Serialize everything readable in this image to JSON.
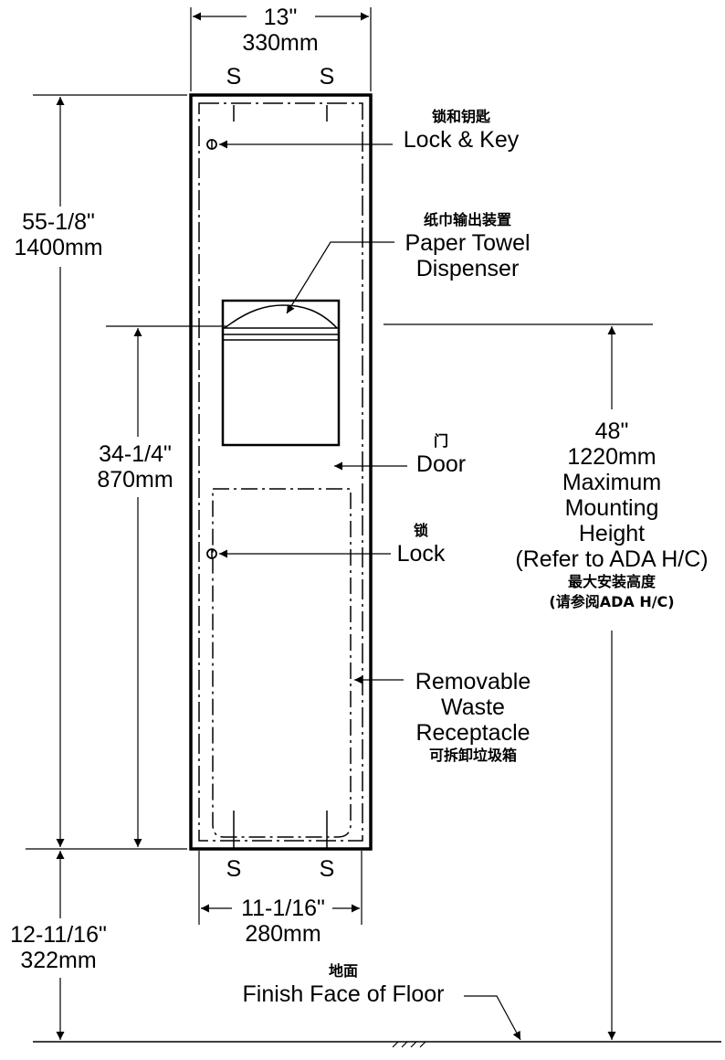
{
  "dimensions": {
    "top_width_in": "13\"",
    "top_width_mm": "330mm",
    "overall_height_in": "55-1/8\"",
    "overall_height_mm": "1400mm",
    "dispenser_height_in": "34-1/4\"",
    "dispenser_height_mm": "870mm",
    "bottom_width_in": "11-1/16\"",
    "bottom_width_mm": "280mm",
    "floor_clearance_in": "12-11/16\"",
    "floor_clearance_mm": "322mm"
  },
  "screw_marks": {
    "top_left": "S",
    "top_right": "S",
    "bottom_left": "S",
    "bottom_right": "S"
  },
  "callouts": {
    "lock_key": {
      "cn": "锁和钥匙",
      "en": "Lock & Key"
    },
    "dispenser": {
      "cn": "纸巾输出装置",
      "en1": "Paper Towel",
      "en2": "Dispenser"
    },
    "door": {
      "cn": "门",
      "en": "Door"
    },
    "lock": {
      "cn": "锁",
      "en": "Lock"
    },
    "receptacle": {
      "en1": "Removable",
      "en2": "Waste",
      "en3": "Receptacle",
      "cn": "可拆卸垃圾箱"
    },
    "max_height": {
      "in": "48\"",
      "mm": "1220mm",
      "l1": "Maximum",
      "l2": "Mounting",
      "l3": "Height",
      "l4": "(Refer to ADA H/C)",
      "cn1": "最大安装高度",
      "cn2": "(请参阅ADA H/C)"
    },
    "floor": {
      "cn": "地面",
      "en": "Finish Face of Floor"
    }
  }
}
